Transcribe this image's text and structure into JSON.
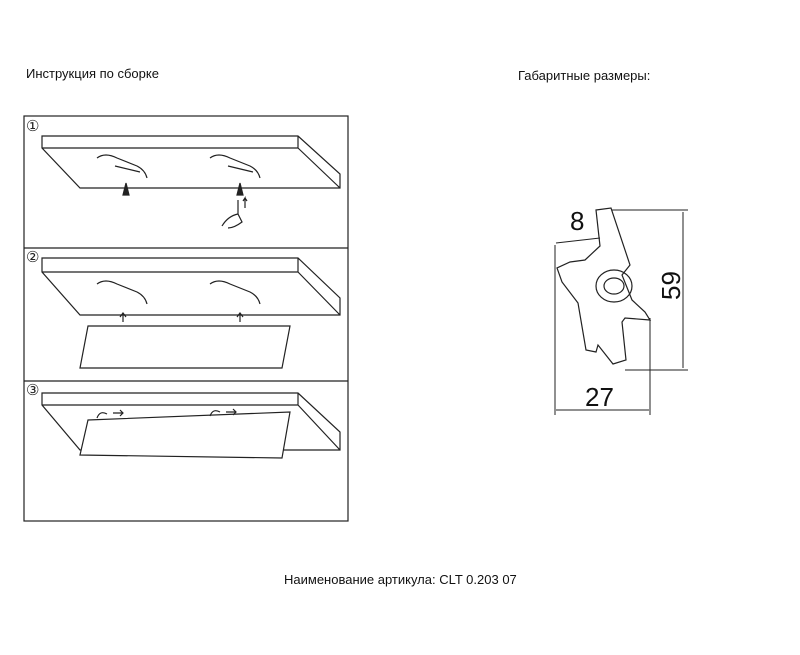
{
  "assembly_title": "Инструкция по сборке",
  "dimensions_title": "Габаритные размеры:",
  "steps": [
    "①",
    "②",
    "③"
  ],
  "dimensions": {
    "width": "27",
    "height": "59",
    "offset": "8"
  },
  "article_label": "Наименование артикула: CLT 0.203 07"
}
